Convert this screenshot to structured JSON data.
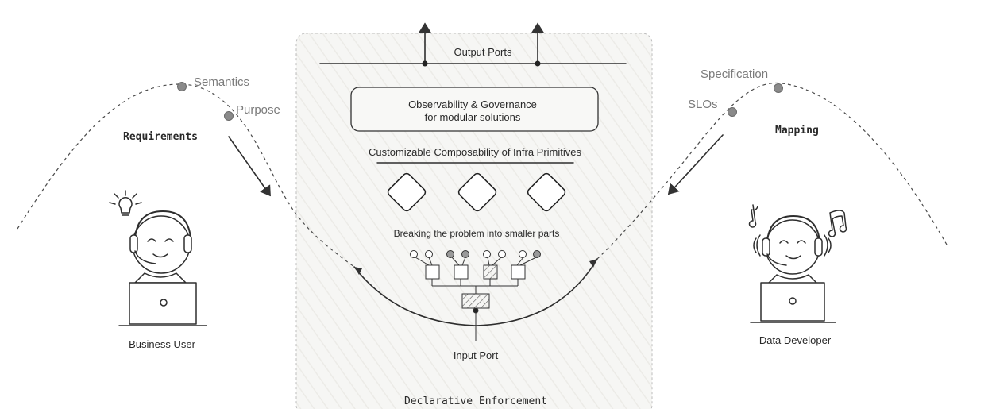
{
  "left": {
    "point_labels": [
      "Semantics",
      "Purpose"
    ],
    "stage_label": "Requirements",
    "persona_label": "Business User"
  },
  "right": {
    "point_labels": [
      "Specification",
      "SLOs"
    ],
    "stage_label": "Mapping",
    "persona_label": "Data Developer"
  },
  "center": {
    "output_ports": "Output Ports",
    "observability_line1": "Observability & Governance",
    "observability_line2": "for modular solutions",
    "composability": "Customizable Composability of Infra Primitives",
    "breaking": "Breaking the problem into smaller parts",
    "input_port": "Input Port",
    "footer": "Declarative Enforcement"
  },
  "icons": [
    "lightbulb-icon",
    "music-note-icon",
    "headset-icon",
    "laptop-icon"
  ]
}
